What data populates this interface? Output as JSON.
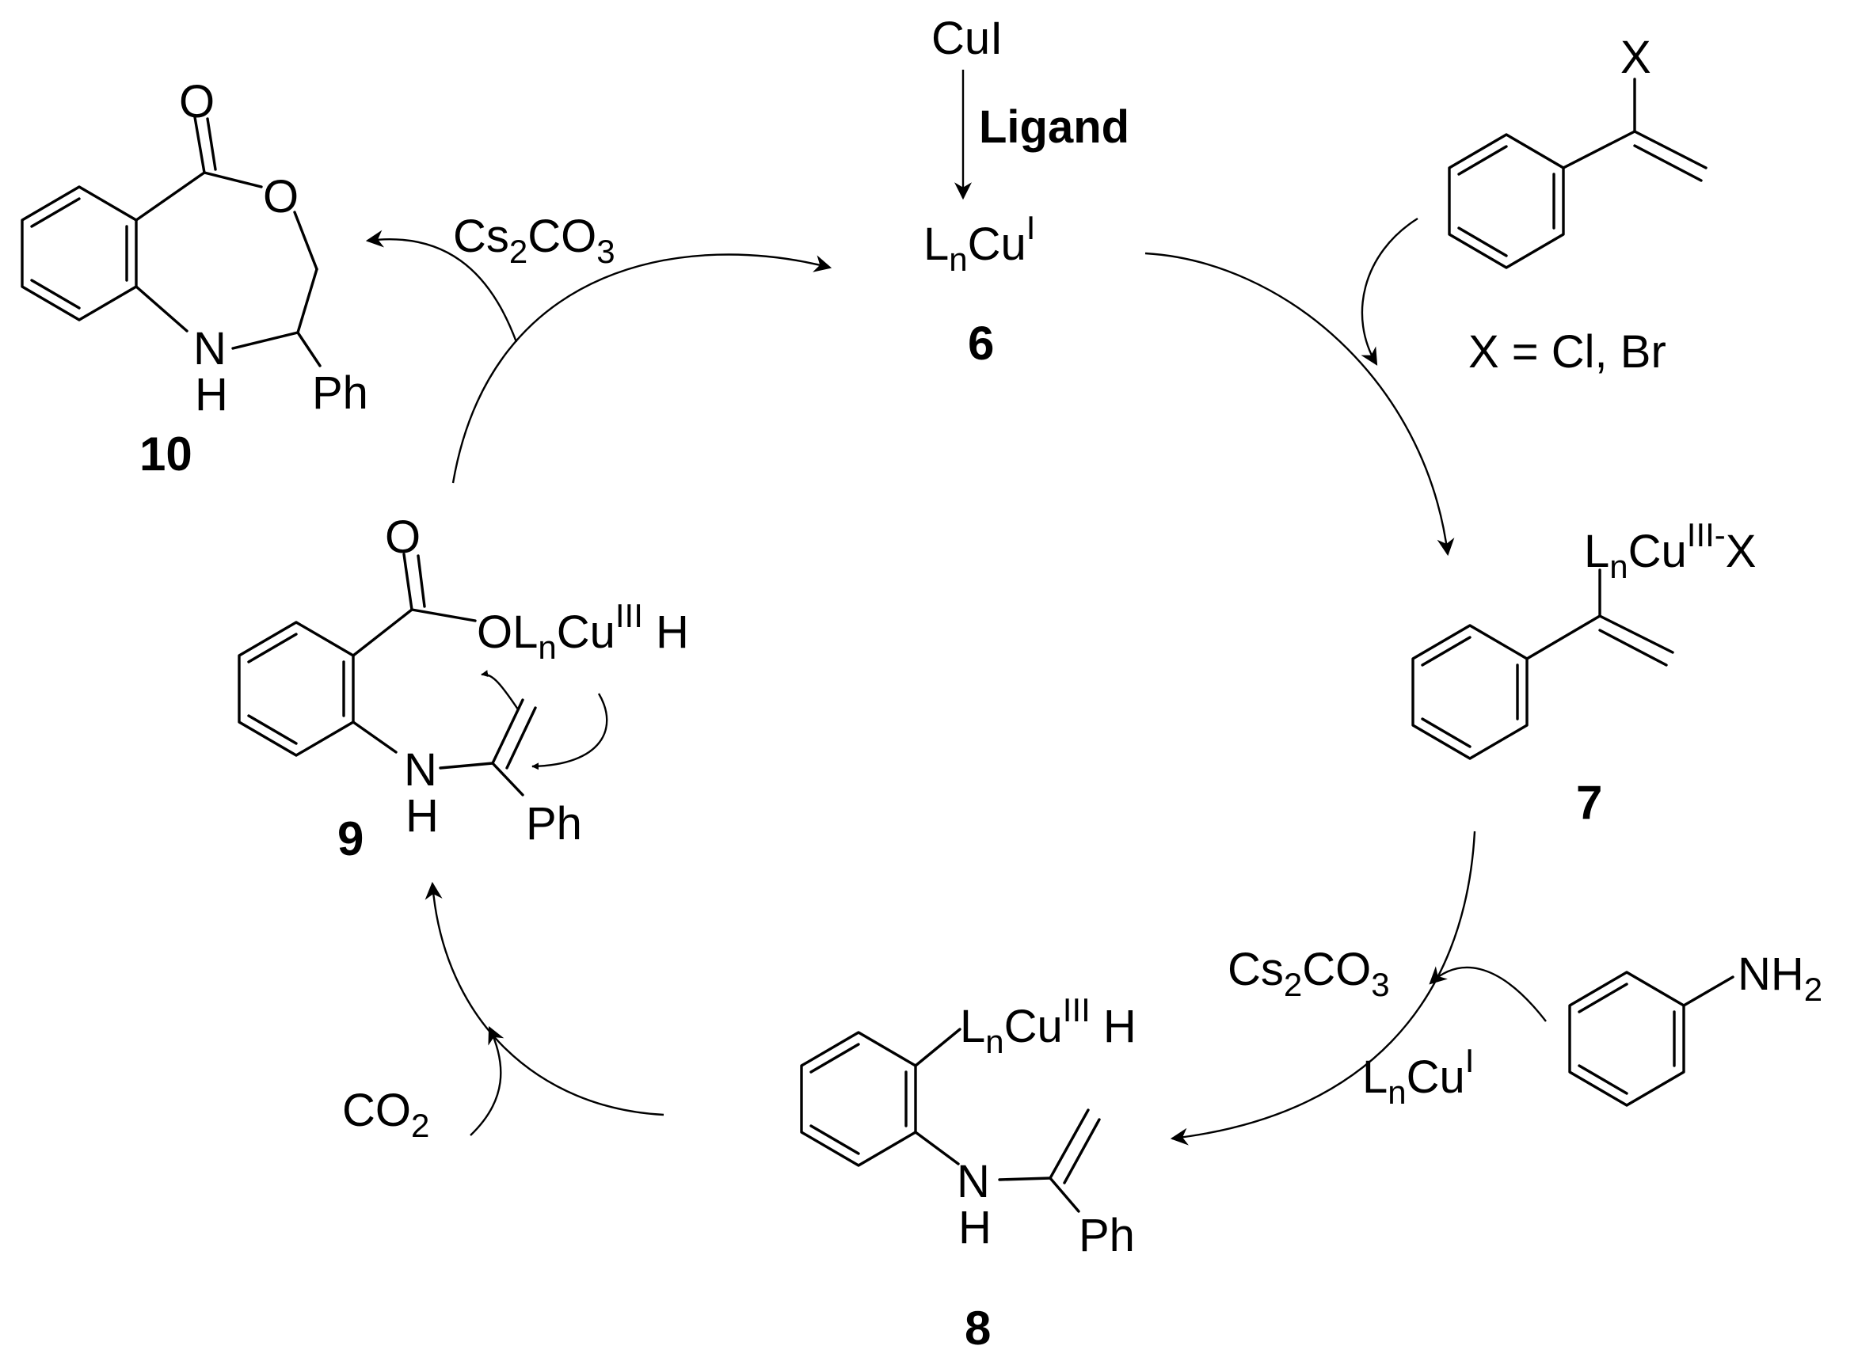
{
  "reagents": {
    "cui": "CuI",
    "ligand": "Ligand",
    "cs2co3_top": "Cs2CO3",
    "cs2co3_right": "Cs2CO3",
    "co2": "CO2",
    "lncu_right": "LnCuI",
    "x_definition": "X = Cl, Br"
  },
  "compounds": {
    "c6": {
      "number": "6",
      "formula": "LnCuI"
    },
    "c7": {
      "number": "7",
      "metal": "LnCuIII-X"
    },
    "c8": {
      "number": "8",
      "metal": "LnCuIII H",
      "nh": "NH",
      "ph": "Ph"
    },
    "c9": {
      "number": "9",
      "metal": "OLnCuIII H",
      "o": "O",
      "nh": "NH",
      "ph": "Ph"
    },
    "c10": {
      "number": "10",
      "o_carbonyl": "O",
      "o_ring": "O",
      "nh": "NH",
      "ph": "Ph"
    },
    "vinyl_halide": {
      "x": "X"
    },
    "aniline": {
      "nh2": "NH2"
    }
  }
}
